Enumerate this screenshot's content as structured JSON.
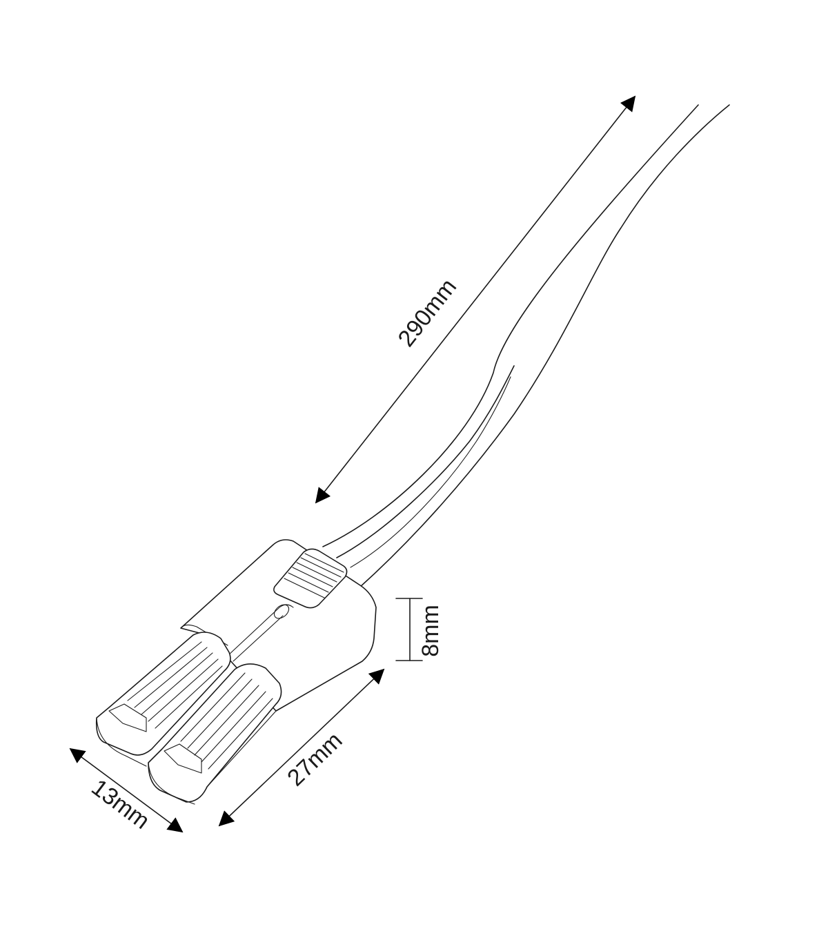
{
  "dimensions": {
    "cable_length": "290mm",
    "height": "8mm",
    "length": "27mm",
    "width": "13mm"
  }
}
